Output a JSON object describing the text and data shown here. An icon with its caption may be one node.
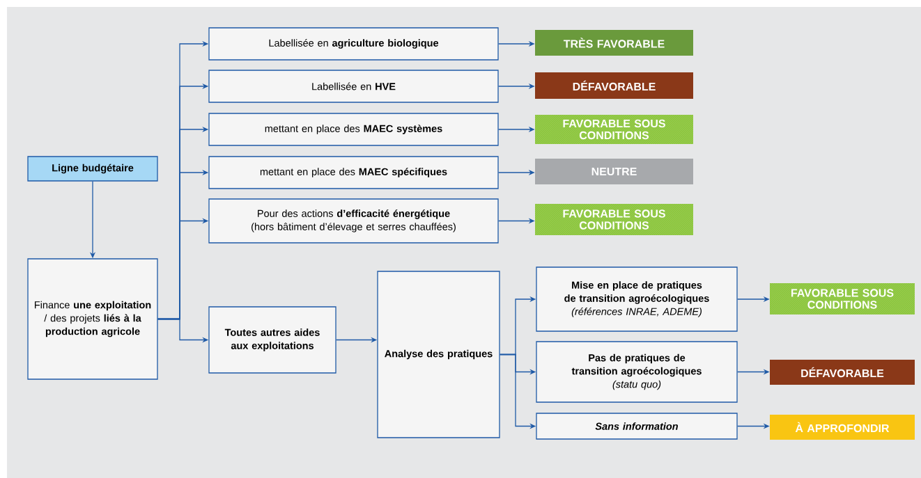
{
  "diagram": {
    "nodes": [
      {
        "text": [
          "Ligne budgétaire"
        ]
      },
      {
        "text": [
          "Finance **une exploitation** / des projets **liés à la production agricole**"
        ]
      },
      {
        "text": [
          "Labellisée en **agriculture biologique**"
        ]
      },
      {
        "text": [
          "Labellisée en **HVE**"
        ]
      },
      {
        "text": [
          "mettant en place des **MAEC systèmes**"
        ]
      },
      {
        "text": [
          "mettant en place des **MAEC spécifiques**"
        ]
      },
      {
        "text": [
          "Pour des actions **d’efficacité énergétique**",
          "(hors bâtiment d’élevage et serres chauffées)"
        ]
      },
      {
        "text": [
          "TRÈS FAVORABLE"
        ]
      },
      {
        "text": [
          "DÉFAVORABLE"
        ]
      },
      {
        "text": [
          "FAVORABLE SOUS CONDITIONS"
        ]
      },
      {
        "text": [
          "NEUTRE"
        ]
      },
      {
        "text": [
          "FAVORABLE SOUS CONDITIONS"
        ]
      },
      {
        "text": [
          "Toutes autres aides aux exploitations"
        ]
      },
      {
        "text": [
          "Analyse des pratiques"
        ]
      },
      {
        "text": [
          "Mise en place de pratiques de transition agroécologiques",
          "(références INRAE, ADEME)"
        ]
      },
      {
        "text": [
          "Pas de pratiques de transition agroécologiques",
          "(statu quo)"
        ]
      },
      {
        "text": [
          "Sans information"
        ]
      },
      {
        "text": [
          "FAVORABLE SOUS CONDITIONS"
        ]
      },
      {
        "text": [
          "DÉFAVORABLE"
        ]
      },
      {
        "text": [
          "À APPROFONDIR"
        ]
      }
    ],
    "edges": [
      {
        "from": 0,
        "to": 1,
        "arrow": "to"
      },
      {
        "from": 1,
        "to": 2,
        "arrow": "to"
      },
      {
        "from": 1,
        "to": 3,
        "arrow": "to"
      },
      {
        "from": 1,
        "to": 4,
        "arrow": "to"
      },
      {
        "from": 1,
        "to": 5,
        "arrow": "to"
      },
      {
        "from": 1,
        "to": 6,
        "arrow": "to"
      },
      {
        "from": 1,
        "to": 12,
        "arrow": "to"
      },
      {
        "from": 2,
        "to": 7,
        "arrow": "to"
      },
      {
        "from": 3,
        "to": 8,
        "arrow": "to"
      },
      {
        "from": 4,
        "to": 9,
        "arrow": "to"
      },
      {
        "from": 5,
        "to": 10,
        "arrow": "to"
      },
      {
        "from": 6,
        "to": 11,
        "arrow": "to"
      },
      {
        "from": 12,
        "to": 13,
        "arrow": "to"
      },
      {
        "from": 13,
        "to": 14,
        "arrow": "to"
      },
      {
        "from": 13,
        "to": 15,
        "arrow": "to"
      },
      {
        "from": 13,
        "to": 16,
        "arrow": "to"
      },
      {
        "from": 14,
        "to": 17,
        "arrow": "to"
      },
      {
        "from": 15,
        "to": 18,
        "arrow": "to"
      },
      {
        "from": 16,
        "to": 19,
        "arrow": "to"
      }
    ]
  }
}
